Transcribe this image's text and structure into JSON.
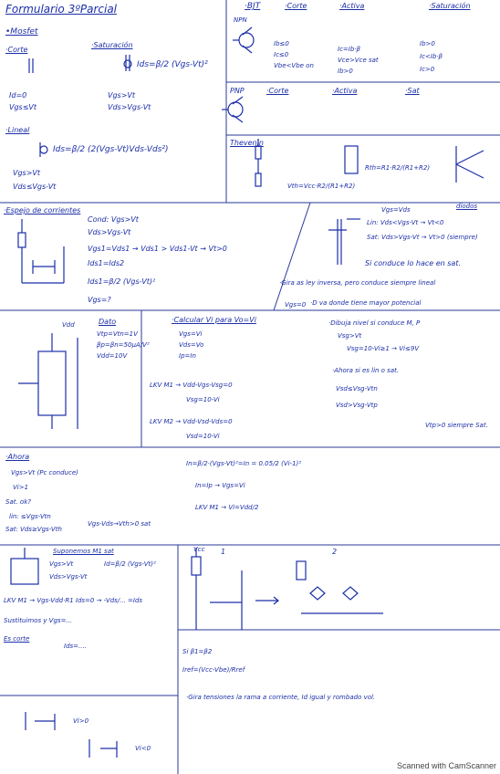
{
  "title": "Formulario 3ºParcial",
  "mosfet": {
    "header": "•Mosfet",
    "corte_label": "·Corte",
    "corte_eq1": "Id=0",
    "corte_eq2": "Vgs≤Vt",
    "sat_label": "·Saturación",
    "sat_eq": "Ids=β/2 (Vgs-Vt)²",
    "sat_cond1": "Vgs>Vt",
    "sat_cond2": "Vds>Vgs-Vt",
    "lin_label": "·Lineal",
    "lin_eq": "Ids=β/2 (2(Vgs-Vt)Vds-Vds²)",
    "lin_cond1": "Vgs>Vt",
    "lin_cond2": "Vds≤Vgs-Vt"
  },
  "bjt": {
    "header": "·BJT",
    "npn": "NPN",
    "corte_label": "·Corte",
    "corte_eqs": [
      "Ib≤0",
      "Ic≤0",
      "Vbe<Vbe on"
    ],
    "activa_label": "·Activa",
    "activa_eqs": [
      "Ic=Ib·β",
      "Vce>Vce sat",
      "Ib>0"
    ],
    "sat_label": "·Saturación",
    "sat_eqs": [
      "Ib>0",
      "Ic<Ib·β",
      "Ic>0"
    ],
    "pnp": "PNP",
    "pnp_corte": "·Corte",
    "pnp_activa": "·Activa",
    "pnp_sat": "·Sat",
    "thevenin": "Thevenin",
    "rth": "Rth=R1·R2/(R1+R2)",
    "vth": "Vth=Vcc·R2/(R1+R2)"
  },
  "espejo": {
    "header": "·Espejo de corrientes",
    "cond": "Cond: Vgs>Vt",
    "cond2": "Vds>Vgs-Vt",
    "eq1": "Vgs1=Vds1 → Vds1 > Vds1-Vt → Vt>0",
    "eq2": "Ids1=Ids2",
    "eq3": "Ids1=β/2 (Vgs-Vt)²",
    "eq4": "Vgs=?",
    "right_cond": "Vgs=Vds",
    "diodos": "diodos",
    "lin": "Lin: Vds<Vgs-Vt → Vt<0",
    "sat": "Sat: Vds>Vgs-Vt → Vt>0 (siempre)",
    "note1": "Si conduce lo hace en sat.",
    "note2": "·Gira as ley inversa, pero conduce siempre lineal",
    "note3": "·D va donde tiene mayor potencial",
    "vgs0": "Vgs=0"
  },
  "cmos": {
    "vdd": "Vdd",
    "calc_header": "·Calcular Vi para Vo=Vi",
    "dato": "Dato",
    "dato_eqs": [
      "Vtp=Vtn=1V",
      "βp=βn=50µA/V²",
      "Vdd=10V"
    ],
    "eqs": [
      "Vgs=Vi",
      "Vds=Vo",
      "Ip=In"
    ],
    "lkv1": "LKV M1 → Vdd-Vgs-Vsg=0",
    "lkv1b": "Vsg=10-Vi",
    "lkv2": "LKV M2 → Vdd-Vsd-Vds=0",
    "lkv2b": "Vsd=10-Vi",
    "right1": "·Dibuja nivel si conduce M, P",
    "right2": "Vsg>Vt",
    "right3": "Vsg=10-Vi≥1 → Vi≤9V",
    "right4": "·Ahora si es lin o sat.",
    "right5": "Vsd≤Vsg-Vtn",
    "right6": "Vsd>Vsg-Vtp",
    "right7": "Vtp>0 siempre Sat.",
    "ahora": "·Ahora",
    "ahora1": "Vgs>Vt (Pc conduce)",
    "ahora2": "Vi>1",
    "satq": "Sat. ok?",
    "lin_c": "lin: ≤Vgs-Vtn",
    "sat_c": "Sat: Vds≥Vgs-Vth",
    "sat_final": "Vgs-Vds→Vth>0 sat",
    "in_eq": "In=β/2·(Vgs-Vt)²=In = 0.05/2 (Vi-1)²",
    "ip_eq": "In=Ip → Vgs=Vi",
    "lkv_final": "LKV M1 → Vi=Vdd/2"
  },
  "bottom": {
    "sup": "Suponemos M1 sat",
    "sup_eqs": [
      "Vgs>Vt",
      "Vds>Vgs-Vt"
    ],
    "id_eq": "Id=β/2 (Vgs-Vt)²",
    "lkv": "LKV M1 → Vgs-Vdd·R1 Ids=0 → -Vds/... =Ids",
    "sust": "Sustituimos y Vgs=...",
    "corte": "Es corte",
    "ids": "Ids=....",
    "vgs_pos": "Vi>0",
    "vgs_neg": "Vi<0",
    "vcc": "Vcc",
    "n1": "1",
    "n2": "2",
    "beta": "Si β1=β2",
    "iref": "Iref=(Vcc-Vbe)/Rref",
    "note": "·Gira tensiones la rama a corriente, Id igual y rombado vol."
  },
  "footer": "Scanned with CamScanner"
}
